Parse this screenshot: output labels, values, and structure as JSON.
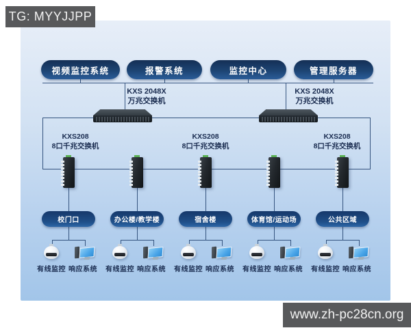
{
  "page": {
    "top_badge": "TG: MYYJJPP",
    "bottom_badge": "www.zh-pc28cn.org"
  },
  "colors": {
    "node_navy": "#1d4473",
    "connector_line": "#35547f",
    "panel_blue_top": "#e7eef8",
    "panel_blue_bottom": "#a2c5e9",
    "badge_gray": "#58595b",
    "label_navy": "#1a2c50",
    "switch_tab_green": "#5cb254"
  },
  "systems": [
    {
      "label": "视频监控系统"
    },
    {
      "label": "报警系统"
    },
    {
      "label": "监控中心"
    },
    {
      "label": "管理服务器"
    }
  ],
  "core_switches": [
    {
      "model": "KXS 2048X",
      "type": "万兆交换机"
    },
    {
      "model": "KXS 2048X",
      "type": "万兆交换机"
    }
  ],
  "access_switch_labels": [
    {
      "model": "KXS208",
      "type": "8口千兆交换机"
    },
    {
      "model": "KXS208",
      "type": "8口千兆交换机"
    },
    {
      "model": "KXS208",
      "type": "8口千兆交换机"
    }
  ],
  "locations": [
    {
      "name": "校门口",
      "camera_label": "有线监控",
      "monitor_label": "响应系统"
    },
    {
      "name": "办公楼/教学楼",
      "camera_label": "有线监控",
      "monitor_label": "响应系统"
    },
    {
      "name": "宿舍楼",
      "camera_label": "有线监控",
      "monitor_label": "响应系统"
    },
    {
      "name": "体育馆/运动场",
      "camera_label": "有线监控",
      "monitor_label": "响应系统"
    },
    {
      "name": "公共区域",
      "camera_label": "有线监控",
      "monitor_label": "响应系统"
    }
  ]
}
